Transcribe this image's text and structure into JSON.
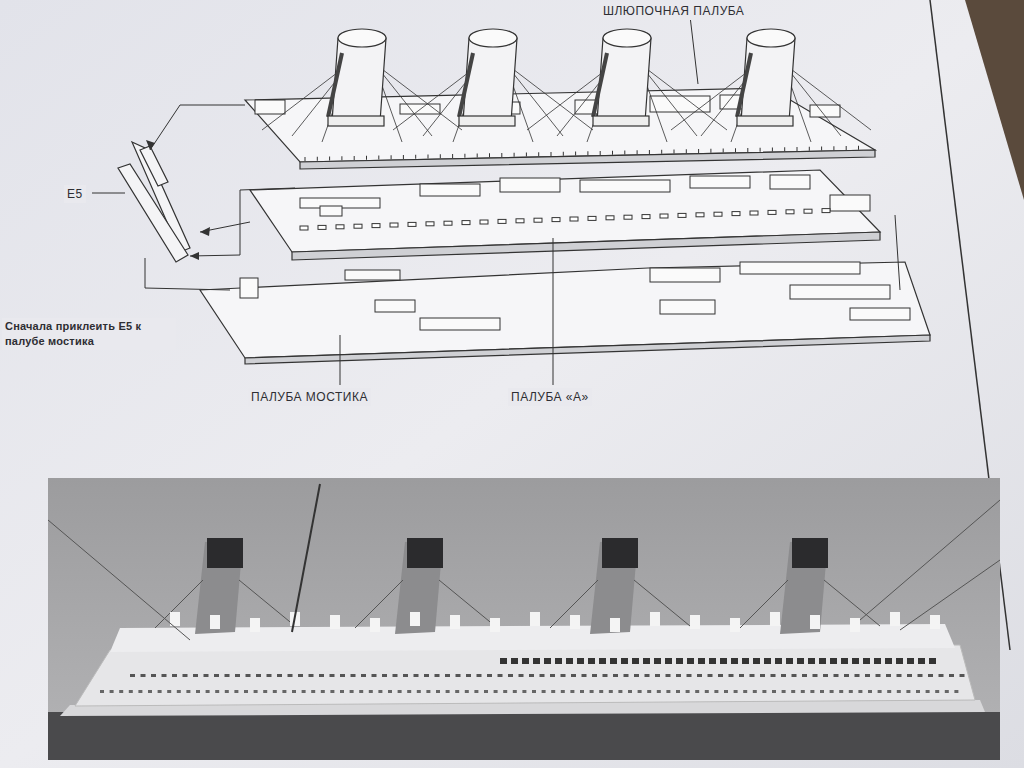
{
  "diagram": {
    "labels": [
      "ШЛЮПОЧНАЯ ПАЛУБА",
      "E5",
      "Сначала приклеить E5 к палубе мостика",
      "ПАЛУБА МОСТИКА",
      "ПАЛУБА «А»"
    ]
  }
}
